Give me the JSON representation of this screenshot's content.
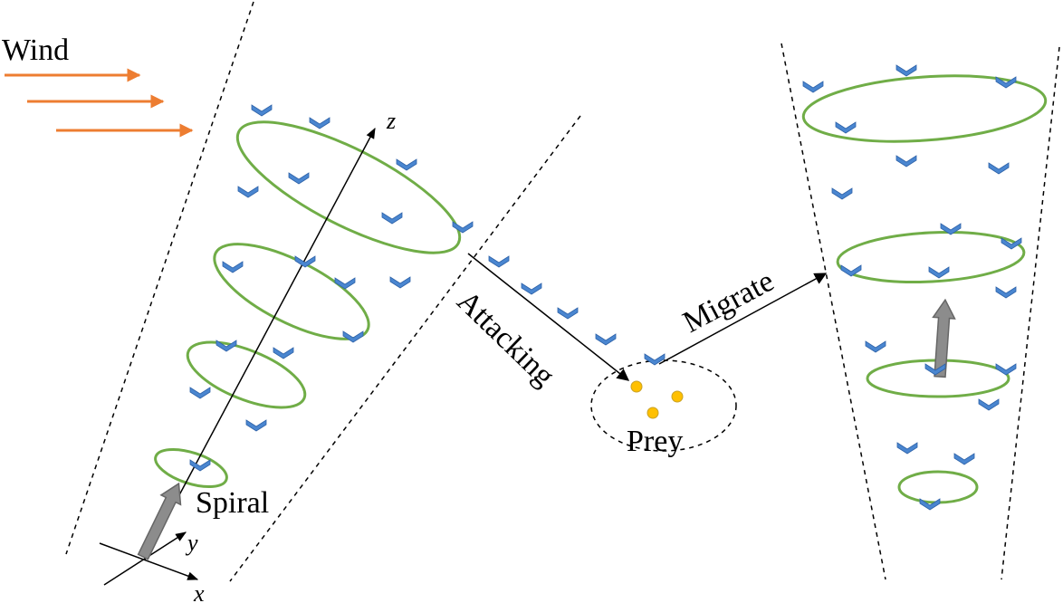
{
  "labels": {
    "wind": "Wind",
    "spiral": "Spiral",
    "attacking": "Attacking",
    "migrate": "Migrate",
    "prey": "Prey",
    "axis_x": "x",
    "axis_y": "y",
    "axis_z": "z"
  },
  "colors": {
    "wind_arrow": "#ED7D31",
    "ellipse": "#70AD47",
    "bird": "#4A86D0",
    "prey_dot": "#FFC000",
    "big_arrow": "#8C8C8C",
    "line": "#000000"
  },
  "icons": {
    "bird": "chevron-bird-icon",
    "prey": "prey-dot-icon",
    "arrow": "gray-arrow-icon"
  }
}
